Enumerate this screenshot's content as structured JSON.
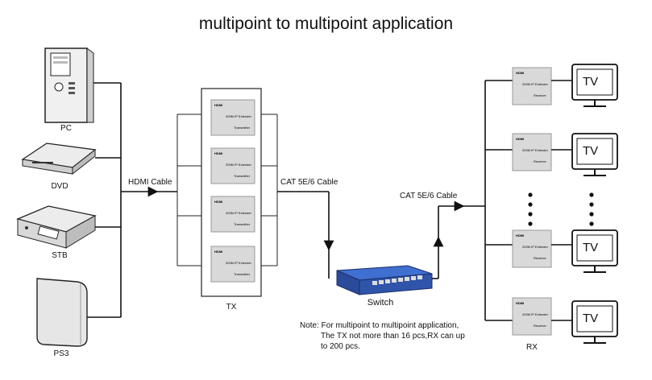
{
  "title": "multipoint to multipoint  application",
  "sources": [
    {
      "label": "PC",
      "icon": "pc-tower-icon"
    },
    {
      "label": "DVD",
      "icon": "dvd-player-icon"
    },
    {
      "label": "STB",
      "icon": "set-top-box-icon"
    },
    {
      "label": "PS3",
      "icon": "ps3-console-icon"
    }
  ],
  "hdmi_cable_label": "HDMI Cable",
  "cat_cable_label_left": "CAT 5E/6 Cable",
  "cat_cable_label_right": "CAT 5E/6 Cable",
  "tx_label": "TX",
  "rx_label": "RX",
  "switch_label": "Switch",
  "tv_label": "TV",
  "extender_hdmi": "HDMI",
  "extender_text": "200M IP Extender",
  "tx_unit_text": "Transmitter",
  "rx_unit_text": "Receiver",
  "note_lines": [
    "Note: For multipoint to multipoint application,",
    "The TX not more than 16 pcs,RX can up",
    "to 200 pcs."
  ],
  "colors": {
    "line": "#111111",
    "switch_body": "#2a4a9a",
    "switch_top": "#3f6fd0",
    "device_box": "#d9d9d9"
  }
}
